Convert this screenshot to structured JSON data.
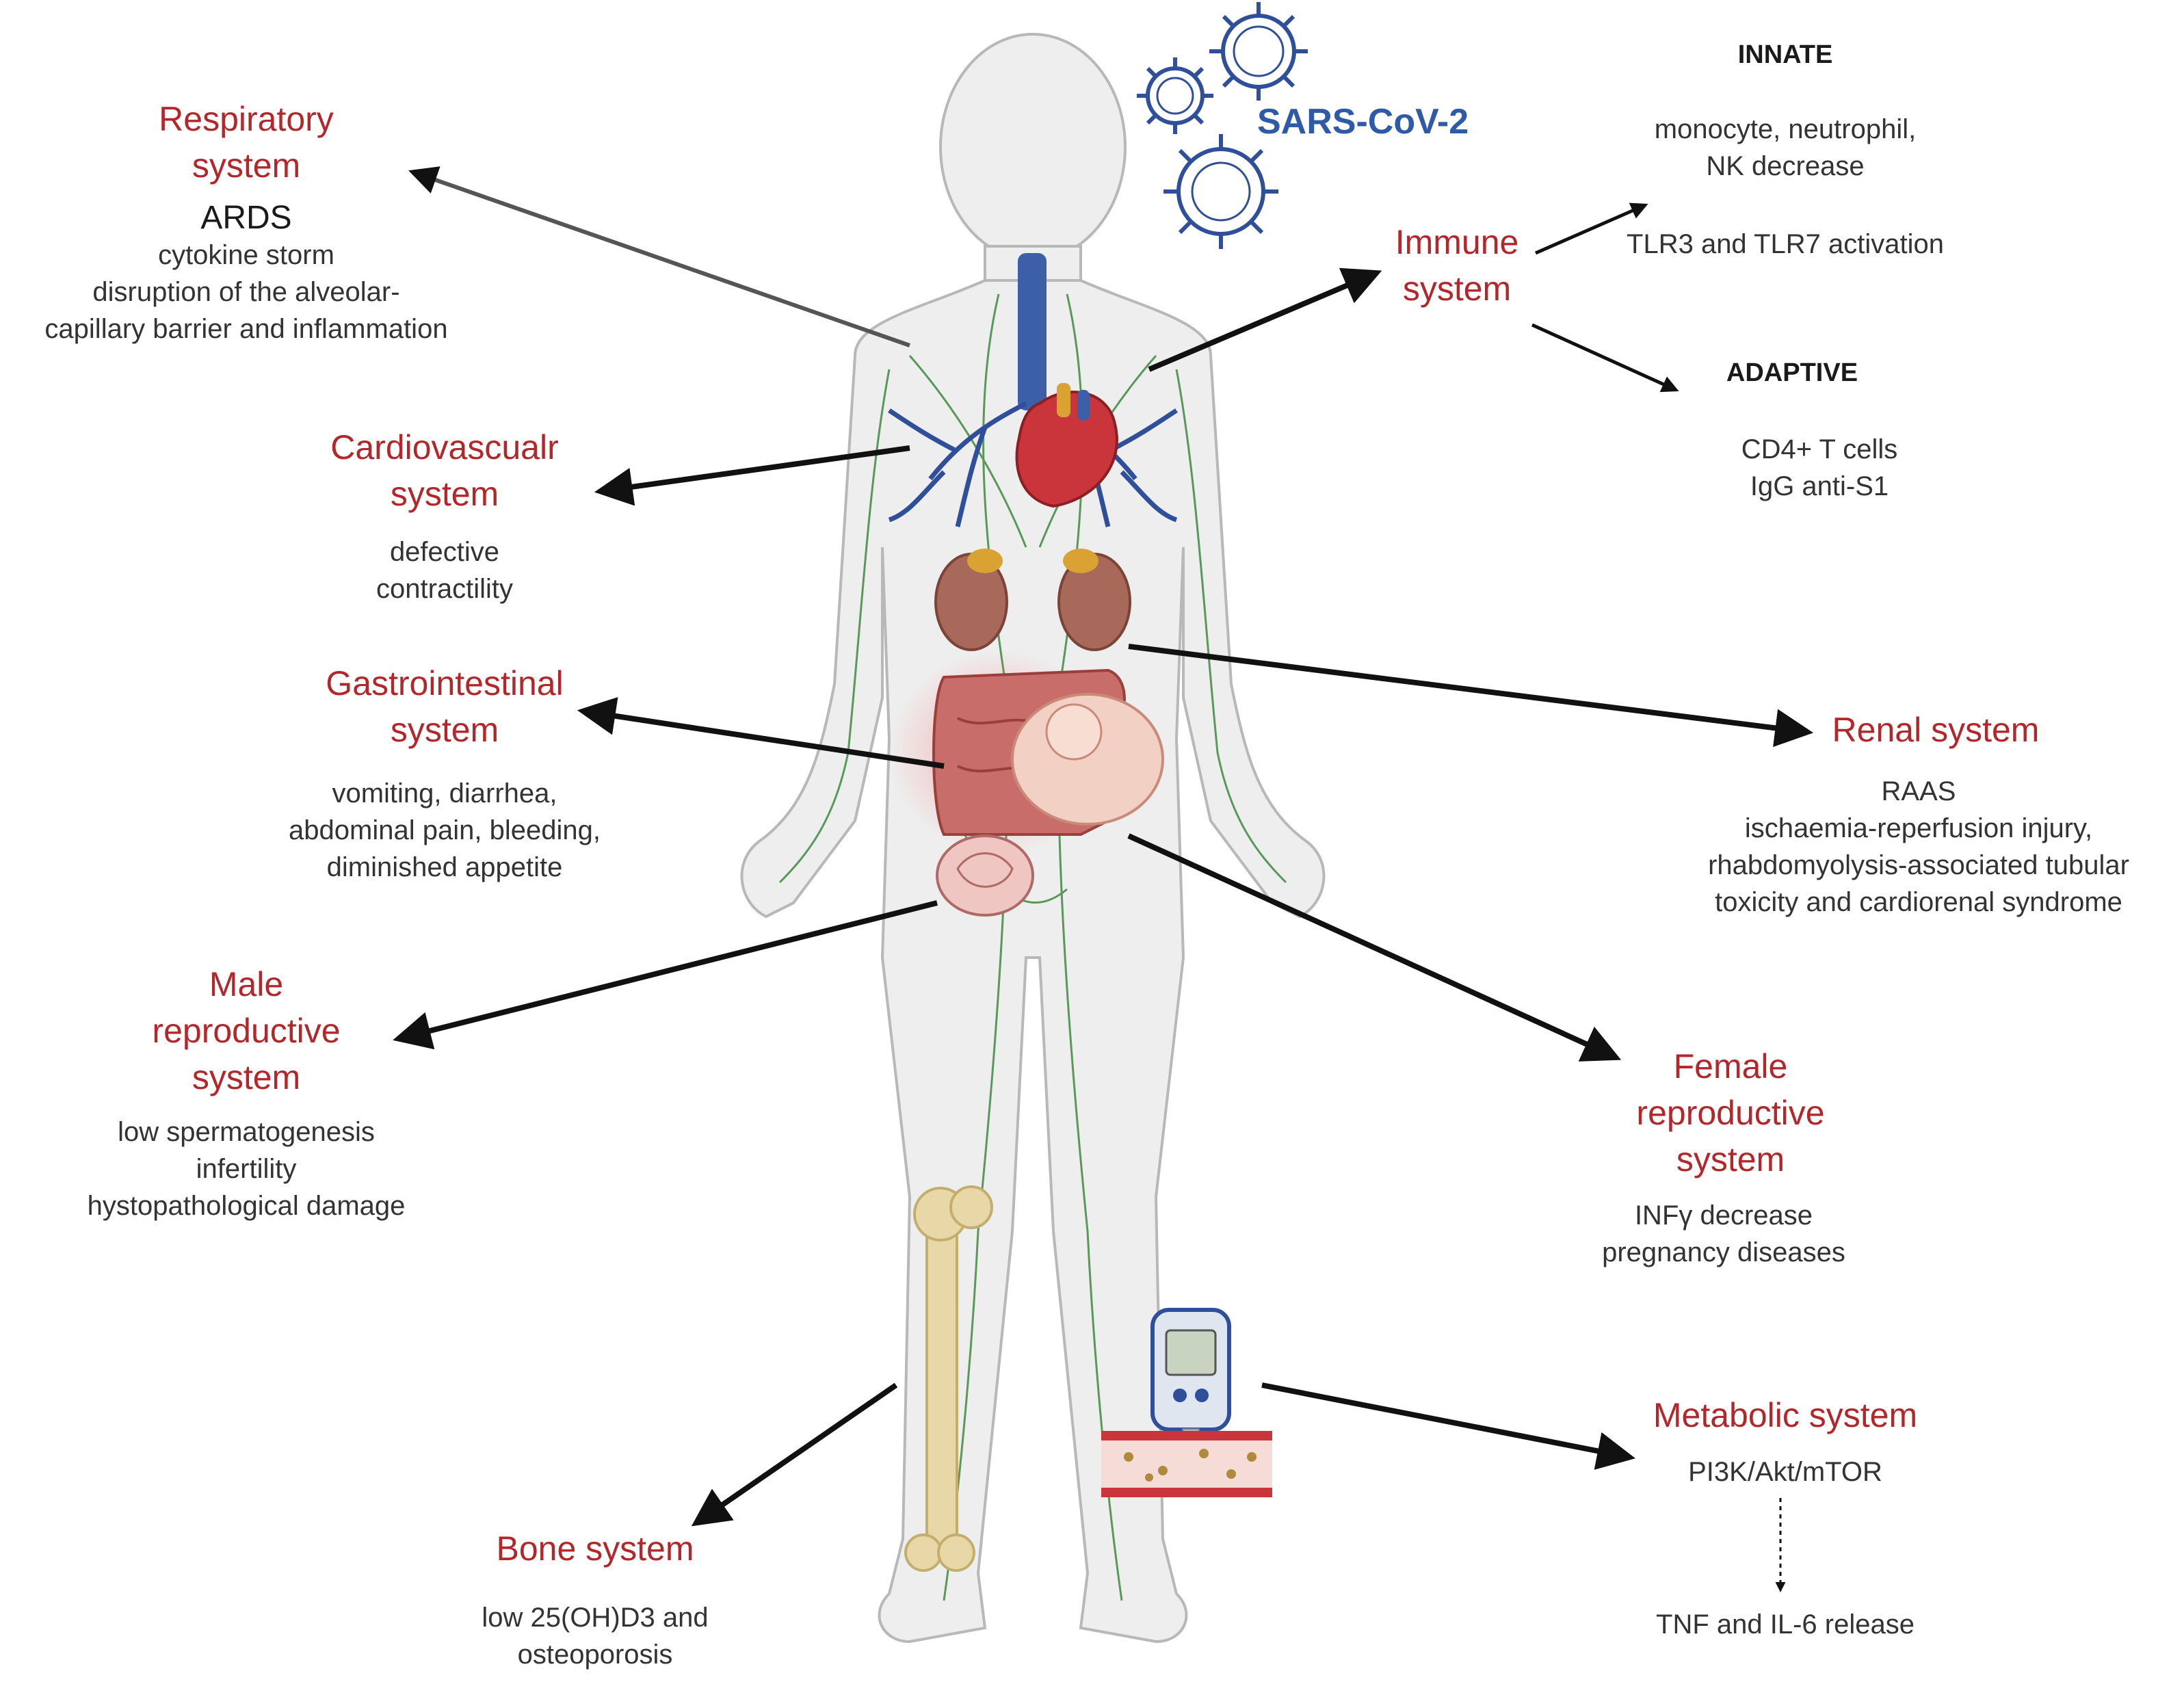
{
  "virus_label": "SARS-CoV-2",
  "respiratory": {
    "title": [
      "Respiratory",
      "system"
    ],
    "lines": [
      "ARDS",
      "cytokine storm",
      "disruption of the alveolar-",
      "capillary barrier and inflammation"
    ]
  },
  "cardiovascular": {
    "title": [
      "Cardiovascualr",
      "system"
    ],
    "lines": [
      "defective",
      "contractility"
    ]
  },
  "gastrointestinal": {
    "title": [
      "Gastrointestinal",
      "system"
    ],
    "lines": [
      "vomiting, diarrhea,",
      "abdominal pain, bleeding,",
      "diminished appetite"
    ]
  },
  "male": {
    "title": [
      "Male",
      "reproductive",
      "system"
    ],
    "lines": [
      "low spermatogenesis",
      "infertility",
      "hystopathological damage"
    ]
  },
  "bone": {
    "title": [
      "Bone system"
    ],
    "lines": [
      "low 25(OH)D3 and",
      "osteoporosis"
    ]
  },
  "immune": {
    "title": [
      "Immune",
      "system"
    ],
    "innate_heading": "INNATE",
    "innate_lines": [
      "monocyte, neutrophil,",
      "NK decrease"
    ],
    "tlr": "TLR3 and TLR7 activation",
    "adaptive_heading": "ADAPTIVE",
    "adaptive_lines": [
      "CD4+ T cells",
      "IgG anti-S1"
    ]
  },
  "renal": {
    "title": [
      "Renal system"
    ],
    "lines": [
      "RAAS",
      "ischaemia-reperfusion injury,",
      "rhabdomyolysis-associated tubular",
      "toxicity and cardiorenal syndrome"
    ]
  },
  "female": {
    "title": [
      "Female",
      "reproductive",
      "system"
    ],
    "lines": [
      "INFγ decrease",
      "pregnancy diseases"
    ]
  },
  "metabolic": {
    "title": [
      "Metabolic system"
    ],
    "line1": "PI3K/Akt/mTOR",
    "line2": "TNF and IL-6 release"
  },
  "colors": {
    "title": "#b3262a",
    "virus": "#2e5aa8",
    "body_fill": "#eeeeee",
    "lymph": "#3e8a3e",
    "arrow": "#111111"
  },
  "icons": [
    "virus-icon",
    "human-body-illustration",
    "lungs-icon",
    "heart-icon",
    "kidney-icon",
    "intestine-icon",
    "fetus-icon",
    "testis-icon",
    "femur-bone-icon",
    "glucometer-icon",
    "blood-vessel-icon"
  ]
}
